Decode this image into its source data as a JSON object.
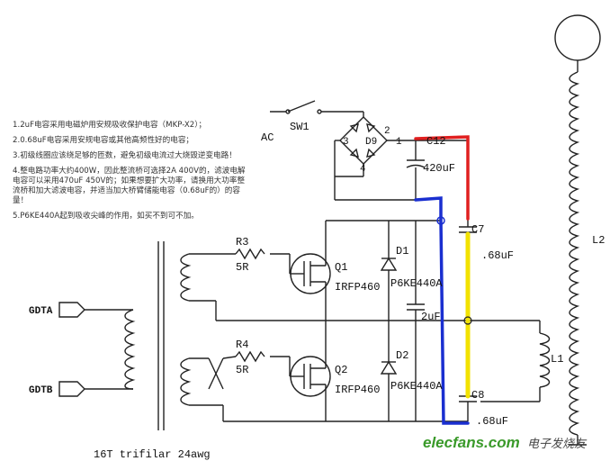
{
  "notes": [
    "1.2uF电容采用电磁炉用安规吸收保护电容（MKP-X2）；",
    "2.0.68uF电容采用安规电容或其他高频性好的电容；",
    "3.初级线圈应该绕足够的匝数，避免初级电流过大烧毁逆变电路！",
    "4.整电路功率大约400W，因此整流桥可选择2A 400V的，滤波电解电容可以采用470uF 450V的；如果想要扩大功率，请换用大功率整流桥和加大滤波电容，并适当加大桥臂储能电容（0.68uF的）的容量！",
    "5.P6KE440A起到吸收尖峰的作用，如买不到可不加。"
  ],
  "components": {
    "sw1": "SW1",
    "ac": "AC",
    "d9": "D9",
    "c12": "C12",
    "c12_value": "420uF",
    "c7": "C7",
    "c7_value": ".68uF",
    "l2": "L2",
    "r3": "R3",
    "r3_value": "5R",
    "d1": "D1",
    "q1": "Q1",
    "q1_part": "IRFP460",
    "tvs1": "P6KE440A",
    "cap2": "2uF",
    "l1": "L1",
    "r4": "R4",
    "r4_value": "5R",
    "d2": "D2",
    "q2": "Q2",
    "q2_part": "IRFP460",
    "tvs2": "P6KE440A",
    "c8": "C8",
    "c8_value": ".68uF",
    "gdta": "GDTA",
    "gdtb": "GDTB",
    "transformer": "16T trifilar 24awg",
    "bridge_pins": [
      "3",
      "4",
      "1",
      "2"
    ]
  },
  "watermark": {
    "brand": "elecfans.com",
    "cn": "电子发烧友"
  },
  "colors": {
    "red_wire": "#e02020",
    "blue_wire": "#1a2fd0",
    "yellow_wire": "#f2e200",
    "line": "#222222"
  }
}
